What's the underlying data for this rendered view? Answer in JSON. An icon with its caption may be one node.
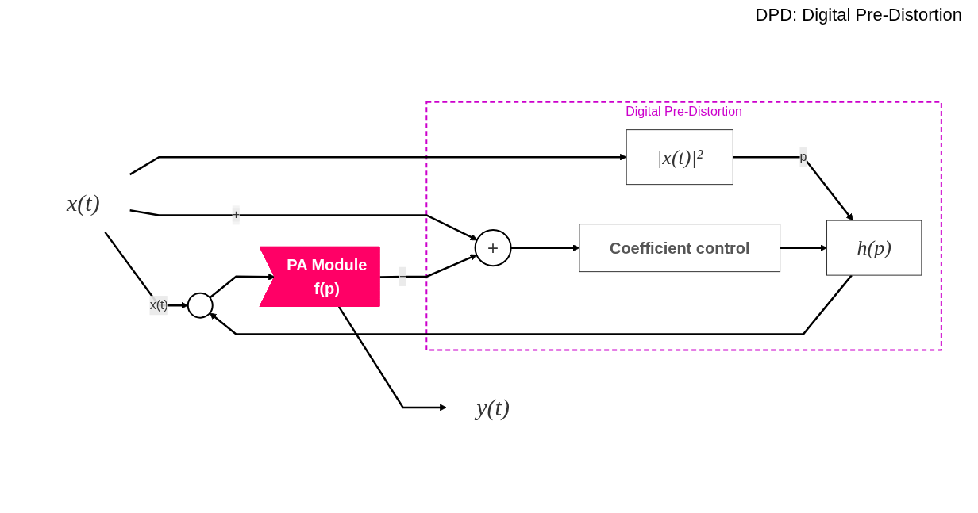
{
  "diagram": {
    "nodes": [
      {
        "text": [
          "x(t)"
        ]
      },
      {
        "text": [],
        "shape": "circle"
      },
      {
        "text": [
          "PA Module",
          "f(p)"
        ]
      },
      {
        "text": [
          "y(t)"
        ]
      },
      {
        "text": [
          "Digital Pre-Distortion"
        ]
      },
      {
        "text": [
          "|x(t)|²"
        ],
        "in": 4
      },
      {
        "text": [
          "h(p)"
        ],
        "in": 4
      },
      {
        "text": [
          "Coefficient control"
        ],
        "in": 4
      },
      {
        "text": [
          "+"
        ],
        "in": 4
      }
    ],
    "edges": [
      {
        "from": 0,
        "to": 1,
        "arrow": "to",
        "label": "x(t)"
      },
      {
        "from": 0,
        "to": 5,
        "arrow": "to"
      },
      {
        "from": 0,
        "to": 8,
        "arrow": "to",
        "label": "+"
      },
      {
        "from": 5,
        "to": 6,
        "arrow": "to",
        "label": "p"
      },
      {
        "from": 6,
        "to": 1,
        "arrow": "to"
      },
      {
        "from": 1,
        "to": 2,
        "arrow": "to"
      },
      {
        "from": 2,
        "to": 3,
        "arrow": "to"
      },
      {
        "from": 2,
        "to": 8,
        "arrow": "to",
        "label": "−"
      },
      {
        "from": 8,
        "to": 7,
        "arrow": "to"
      },
      {
        "from": 7,
        "to": 6,
        "arrow": "to"
      }
    ],
    "labels": [
      "DPD: Digital Pre-Distortion"
    ]
  }
}
